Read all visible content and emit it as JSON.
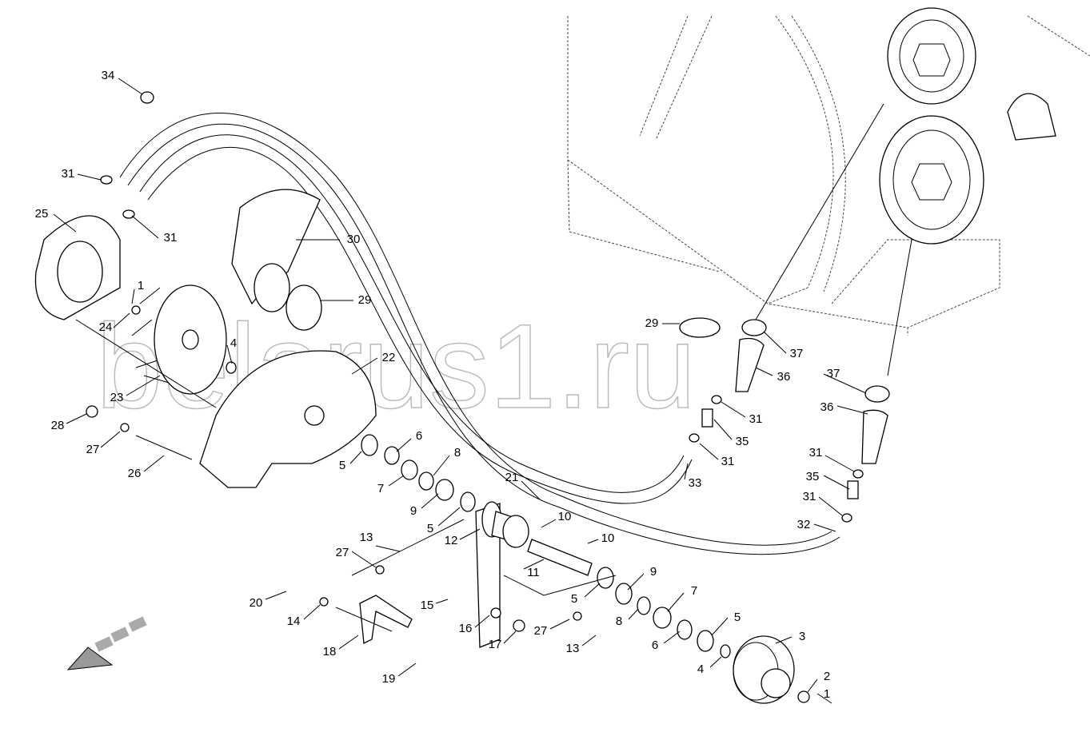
{
  "watermark": "belarus1.ru",
  "callouts": [
    "34",
    "31",
    "25",
    "31",
    "30",
    "1",
    "29",
    "24",
    "4",
    "22",
    "23",
    "28",
    "27",
    "26",
    "5",
    "6",
    "8",
    "7",
    "9",
    "5",
    "21",
    "10",
    "10",
    "12",
    "11",
    "13",
    "27",
    "20",
    "14",
    "15",
    "16",
    "17",
    "27",
    "13",
    "18",
    "19",
    "9",
    "5",
    "7",
    "8",
    "6",
    "5",
    "4",
    "3",
    "2",
    "1",
    "29",
    "37",
    "36",
    "31",
    "35",
    "31",
    "33",
    "37",
    "36",
    "31",
    "35",
    "31",
    "32"
  ]
}
